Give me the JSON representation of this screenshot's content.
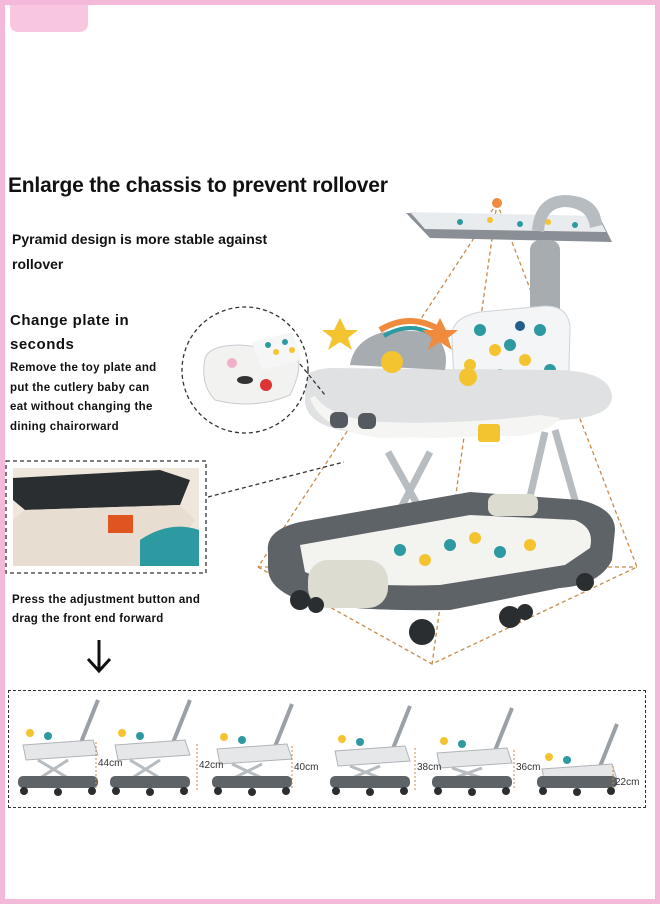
{
  "headline": "Enlarge the chassis to prevent rollover",
  "pyramid_text": "Pyramid design is more stable against rollover",
  "change_plate": {
    "title": "Change plate in seconds",
    "body": "Remove the toy plate and put the cutlery baby can eat without changing the dining chairorward"
  },
  "adjust_text": "Press the adjustment button and drag the front end forward",
  "arrow_icon": "down-arrow-icon",
  "heights": [
    {
      "label": "44cm"
    },
    {
      "label": "42cm"
    },
    {
      "label": "40cm"
    },
    {
      "label": "38cm"
    },
    {
      "label": "36cm"
    },
    {
      "label": "22cm"
    }
  ],
  "colors": {
    "border_pink": "#f4b8d8",
    "frame_gray": "#555a60",
    "body_white": "#f2f2f0",
    "accent_orange": "#f08a3c",
    "accent_teal": "#2c9aa0",
    "accent_yellow": "#f4c430"
  }
}
